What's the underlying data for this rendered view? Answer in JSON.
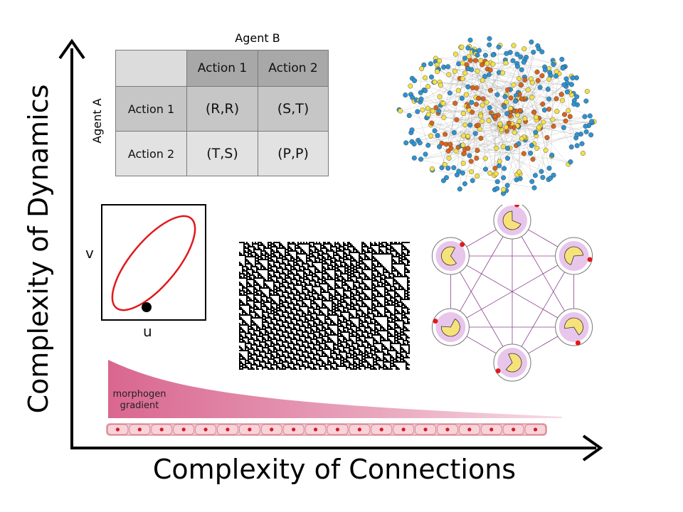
{
  "axes": {
    "y_label": "Complexity of Dynamics",
    "x_label": "Complexity of Connections"
  },
  "payoff_table": {
    "column_agent": "Agent B",
    "row_agent": "Agent A",
    "col_headers": [
      "Action 1",
      "Action 2"
    ],
    "row_headers": [
      "Action 1",
      "Action 2"
    ],
    "cells": [
      [
        "(R,R)",
        "(S,T)"
      ],
      [
        "(T,S)",
        "(P,P)"
      ]
    ]
  },
  "phase_plot": {
    "x_label": "u",
    "y_label": "v",
    "curve_color": "#e0191b"
  },
  "morphogen": {
    "label_line1": "morphogen",
    "label_line2": "gradient",
    "color": "#d9668f"
  },
  "network": {
    "colors": [
      "#2e93d0",
      "#f3e14a",
      "#d9641e"
    ]
  },
  "oscillators": {
    "count": 6,
    "fill": "#e8c6ec",
    "phase_fill": "#f7e27a",
    "edge_color": "#8a3f8f",
    "dot_color": "#e0191b"
  }
}
